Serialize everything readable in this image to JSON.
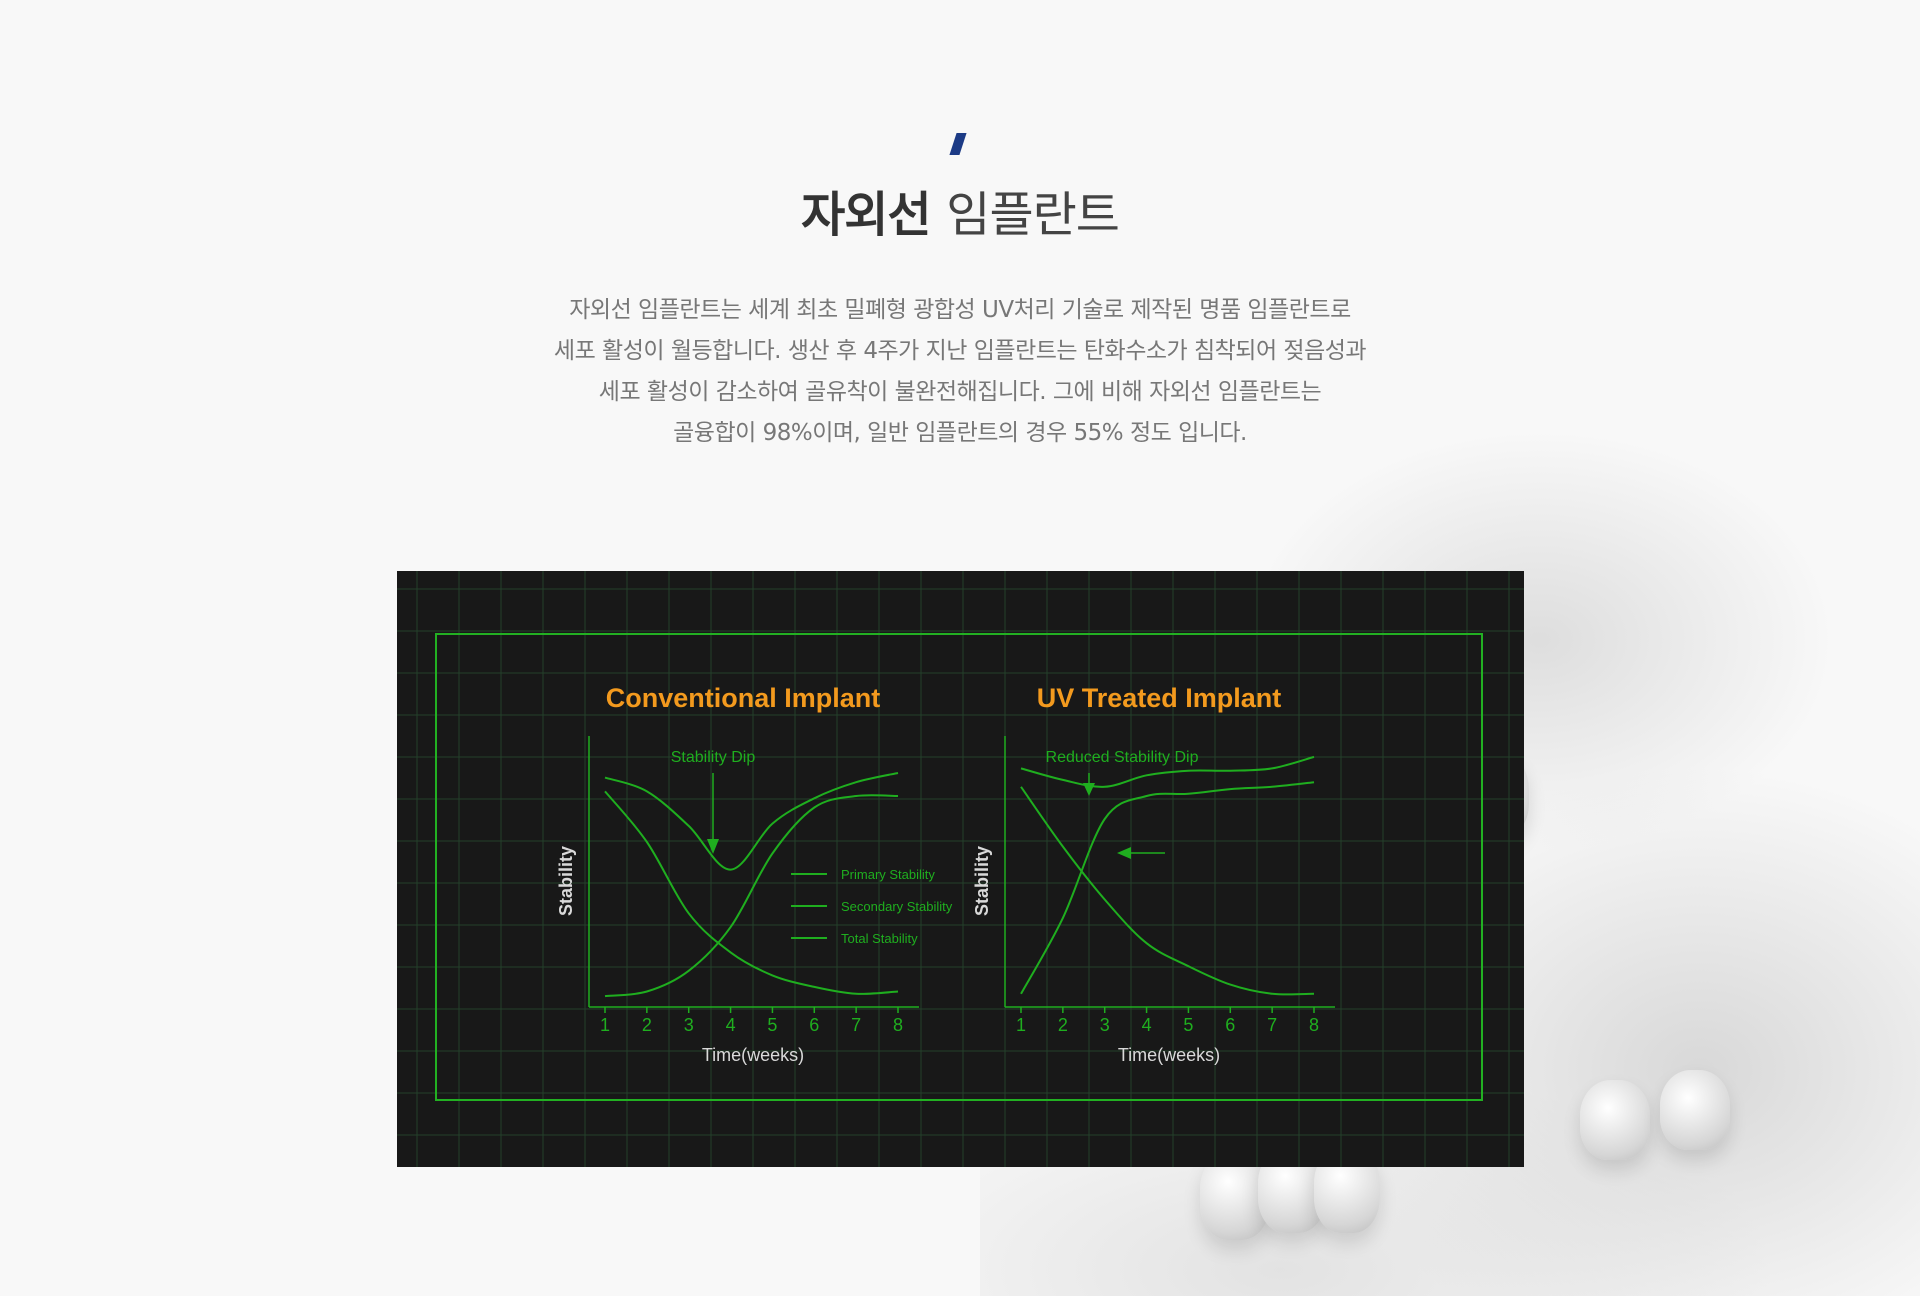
{
  "page": {
    "title_bold": "자외선",
    "title_light": "임플란트",
    "description": [
      "자외선 임플란트는 세계 최초 밀폐형 광합성 UV처리 기술로 제작된 명품 임플란트로",
      "세포 활성이 월등합니다. 생산 후 4주가 지난 임플란트는 탄화수소가 침착되어 젖음성과",
      "세포 활성이 감소하여 골유착이 불완전해집니다. 그에 비해 자외선 임플란트는",
      "골융합이 98%이며, 일반 임플란트의 경우 55% 정도 입니다."
    ],
    "colors": {
      "accent": "#1c3b86",
      "chart_bg": "#181818",
      "line": "#1fae1f",
      "chart_title": "#f39a1e",
      "axis_label": "#d9d9d9"
    }
  },
  "chart_data": [
    {
      "type": "line",
      "title": "Conventional Implant",
      "xlabel": "Time(weeks)",
      "ylabel": "Stability",
      "x": [
        1,
        2,
        3,
        4,
        5,
        6,
        7,
        8
      ],
      "xlim": [
        1,
        8
      ],
      "ylim": [
        0,
        10
      ],
      "annotation": "Stability Dip",
      "legend": [
        "Primary Stability",
        "Secondary Stability",
        "Total Stability"
      ],
      "legend_position": "right",
      "series": [
        {
          "name": "Primary Stability",
          "values": [
            9.2,
            7.0,
            3.9,
            2.2,
            1.2,
            0.7,
            0.4,
            0.5
          ]
        },
        {
          "name": "Secondary Stability",
          "values": [
            0.3,
            0.5,
            1.4,
            3.3,
            6.5,
            8.5,
            9.0,
            9.0
          ]
        },
        {
          "name": "Total Stability",
          "values": [
            9.8,
            9.2,
            7.7,
            5.8,
            7.8,
            8.9,
            9.6,
            10.0
          ]
        }
      ]
    },
    {
      "type": "line",
      "title": "UV Treated Implant",
      "xlabel": "Time(weeks)",
      "ylabel": "Stability",
      "x": [
        1,
        2,
        3,
        4,
        5,
        6,
        7,
        8
      ],
      "xlim": [
        1,
        8
      ],
      "ylim": [
        0,
        10
      ],
      "annotation": "Reduced Stability Dip",
      "series": [
        {
          "values": [
            10.2,
            9.7,
            9.4,
            9.9,
            10.1,
            10.1,
            10.2,
            10.7
          ]
        },
        {
          "values": [
            9.4,
            6.8,
            4.5,
            2.6,
            1.6,
            0.8,
            0.4,
            0.4
          ]
        },
        {
          "values": [
            0.4,
            3.7,
            8.0,
            9.0,
            9.1,
            9.3,
            9.4,
            9.6
          ]
        }
      ]
    }
  ]
}
